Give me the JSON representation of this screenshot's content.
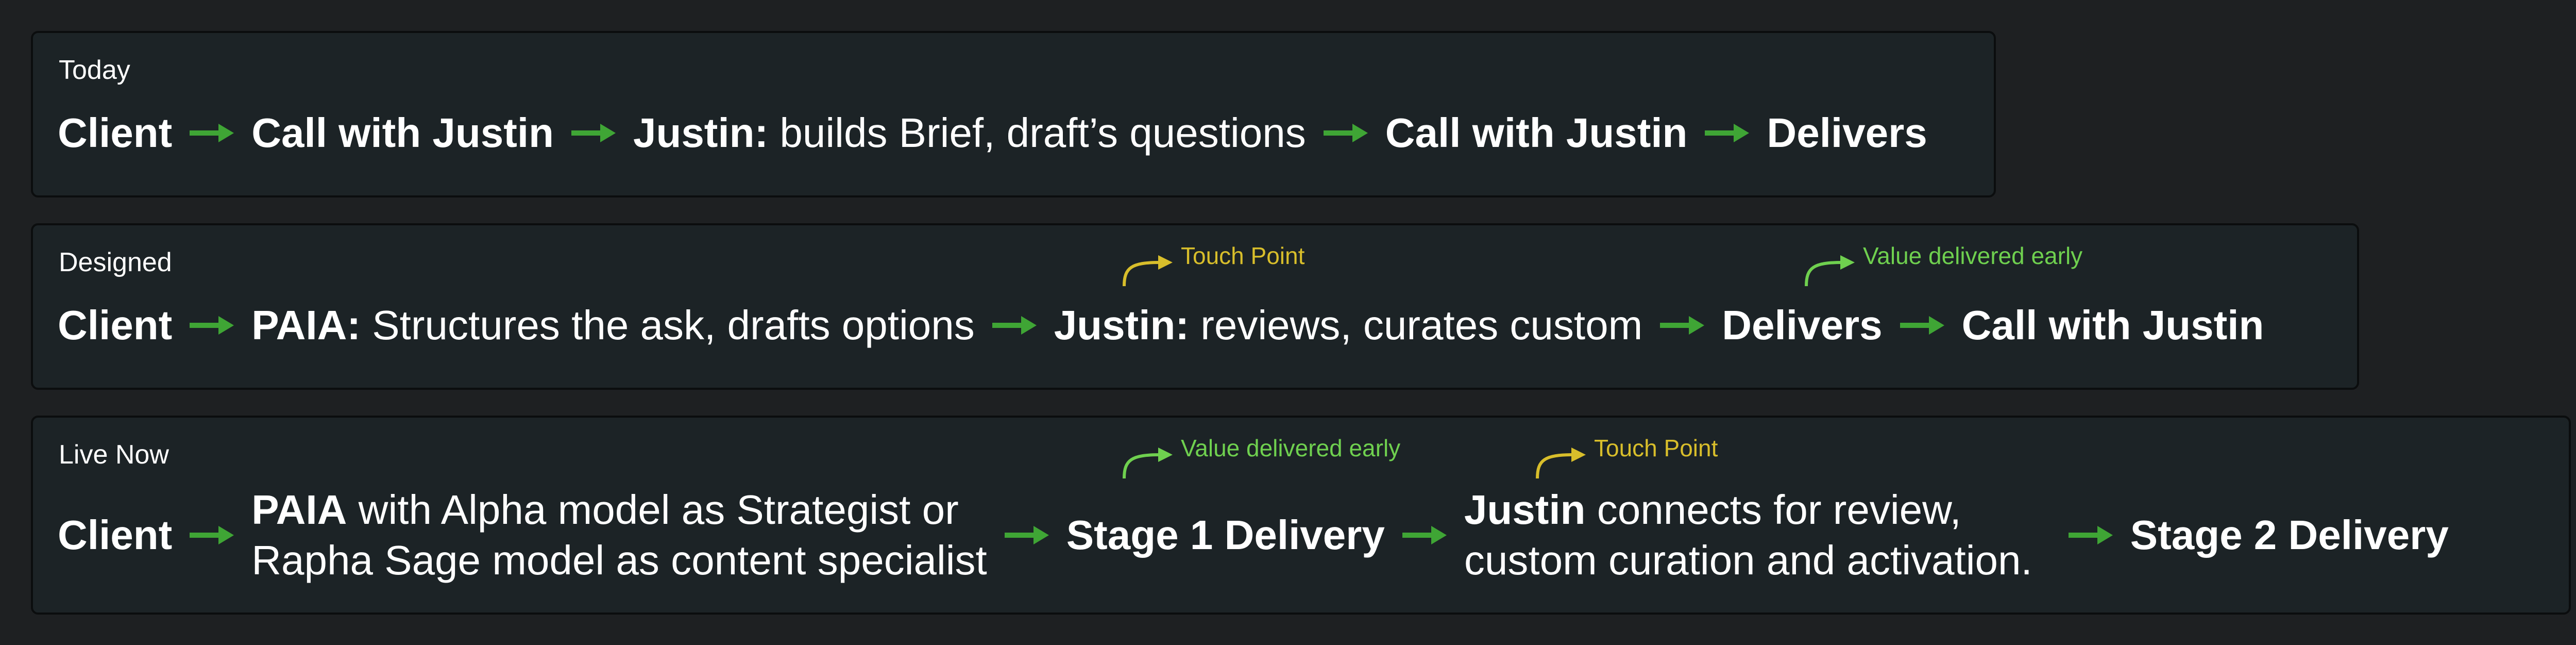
{
  "colors": {
    "arrow": "#3fa535",
    "touch_point": "#d8be2b",
    "value": "#6fd04f"
  },
  "icons": {
    "flow_arrow": "right-arrow-icon",
    "callout_arrow": "curved-arrow-icon"
  },
  "rows": [
    {
      "label": "Today",
      "steps": [
        {
          "bold": "Client",
          "rest": ""
        },
        {
          "bold": "Call with Justin",
          "rest": ""
        },
        {
          "bold": "Justin:",
          "rest": " builds Brief, draft’s questions"
        },
        {
          "bold": "Call with Justin",
          "rest": ""
        },
        {
          "bold": "Delivers",
          "rest": ""
        }
      ]
    },
    {
      "label": "Designed",
      "steps": [
        {
          "bold": "Client",
          "rest": ""
        },
        {
          "bold": "PAIA:",
          "rest": " Structures the ask, drafts options"
        },
        {
          "bold": "Justin:",
          "rest": " reviews, curates custom"
        },
        {
          "bold": "Delivers",
          "rest": ""
        },
        {
          "bold": "Call with Justin",
          "rest": ""
        }
      ],
      "callouts": [
        "Touch Point",
        "Value delivered early"
      ]
    },
    {
      "label": "Live Now",
      "steps": [
        {
          "bold": "Client",
          "rest": ""
        },
        {
          "bold": "PAIA",
          "rest": " with Alpha model as Strategist or",
          "line2": "Rapha Sage model as content specialist"
        },
        {
          "bold": "Stage 1 Delivery",
          "rest": ""
        },
        {
          "bold": "Justin",
          "rest": " connects for review,",
          "line2": "custom curation and activation."
        },
        {
          "bold": "Stage 2 Delivery",
          "rest": ""
        }
      ],
      "callouts": [
        "Value delivered early",
        "Touch Point"
      ]
    }
  ]
}
